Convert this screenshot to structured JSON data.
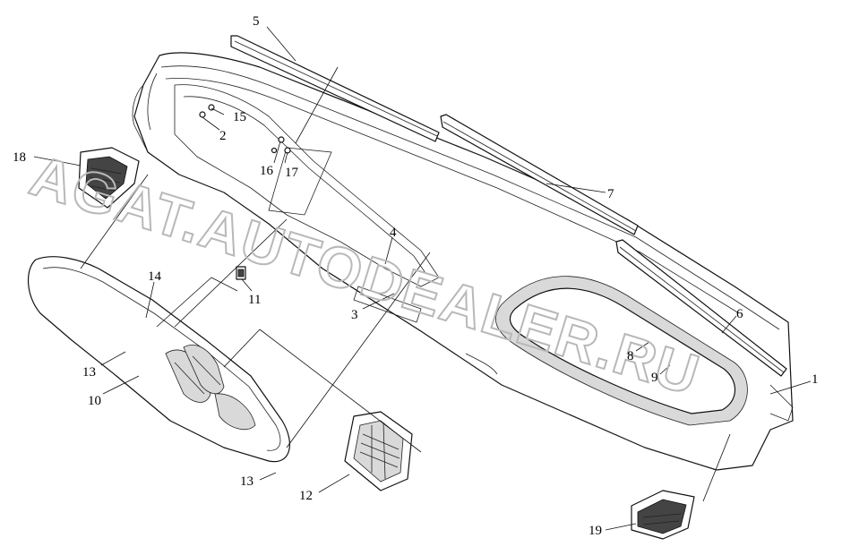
{
  "watermark": "AGAT.AUTODEALER.RU",
  "callouts": {
    "c1": "1",
    "c2": "2",
    "c3": "3",
    "c4": "4",
    "c5": "5",
    "c6": "6",
    "c7": "7",
    "c8": "8",
    "c9": "9",
    "c10": "10",
    "c11": "11",
    "c12": "12",
    "c13a": "13",
    "c13b": "13",
    "c14": "14",
    "c15": "15",
    "c16": "16",
    "c17": "17",
    "c18": "18",
    "c19": "19"
  }
}
